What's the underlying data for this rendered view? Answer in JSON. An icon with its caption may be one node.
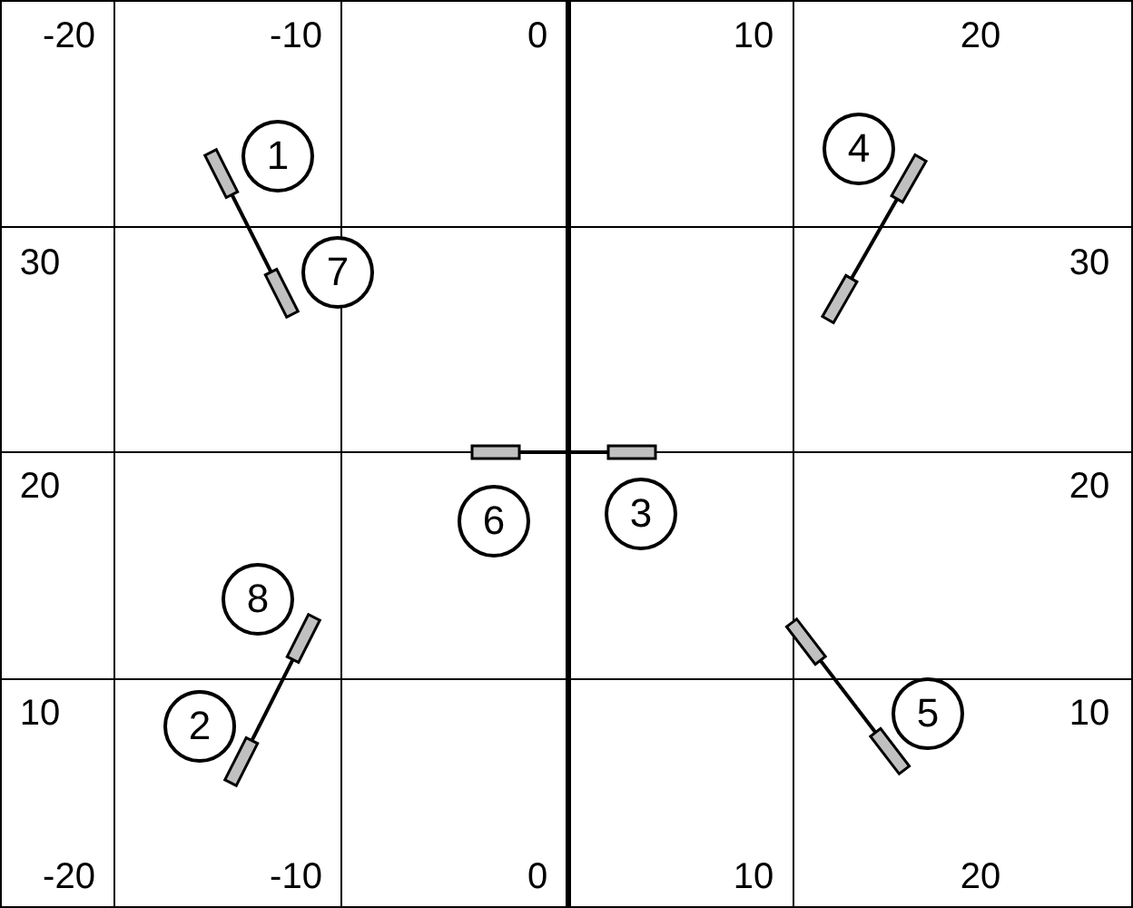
{
  "diagram": {
    "labels": [
      "-20",
      "-10",
      "0",
      "10",
      "20",
      "1",
      "4",
      "30",
      "7",
      "30",
      "20",
      "20",
      "6",
      "3",
      "8",
      "10",
      "2",
      "5",
      "10",
      "-20",
      "-10",
      "0",
      "10",
      "20"
    ]
  }
}
